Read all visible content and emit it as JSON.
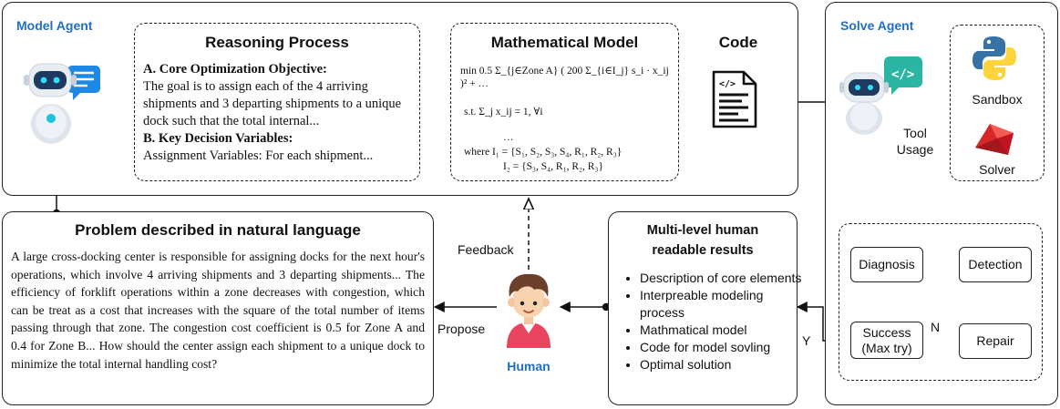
{
  "model_agent": {
    "title": "Model Agent"
  },
  "reasoning": {
    "title": "Reasoning Process",
    "objective_heading": "A. Core Optimization Objective:",
    "objective_text": "The goal is to assign each of the 4 arriving shipments and 3 departing shipments to a unique dock such that the total internal...",
    "variables_heading": "B. Key Decision Variables:",
    "variables_text": "Assignment Variables: For each shipment..."
  },
  "math_model": {
    "title": "Mathematical Model",
    "line_min": "min  0.5 Σ_{j∈Zone A} ( 200 Σ_{i∈I_j} s_i · x_ij )² + …",
    "line_st": "s.t.  Σ_j x_ij = 1,  ∀i",
    "line_dots": "…",
    "line_where1": "where  I₁ = {S₁, S₂, S₃, S₄, R₁, R₂, R₃}",
    "line_where2": "I₂ = {S₃, S₄, R₁, R₂, R₃}"
  },
  "code": {
    "title": "Code"
  },
  "solve_agent": {
    "title": "Solve Agent",
    "tool_usage": "Tool Usage",
    "sandbox": "Sandbox",
    "solver": "Solver"
  },
  "problem": {
    "title": "Problem described in natural language",
    "text": "A large cross-docking center is responsible for assigning docks for the next hour's operations, which involve 4 arriving shipments and 3 departing shipments... The efficiency of forklift operations within a zone decreases with congestion, which can be treat as a cost that increases with the square of the total number of items passing through that zone. The congestion cost coefficient is 0.5 for Zone A and 0.4 for Zone B... How should the center assign each shipment to a unique dock to minimize the total internal handling cost?"
  },
  "human": {
    "label": "Human",
    "feedback": "Feedback",
    "propose": "Propose"
  },
  "results": {
    "title_line1": "Multi-level human",
    "title_line2": "readable results",
    "items": [
      "Description of core elements",
      "Interpreable modeling process",
      "Mathmatical model",
      "Code for model sovling",
      "Optimal solution"
    ]
  },
  "loop": {
    "diagnosis": "Diagnosis",
    "detection": "Detection",
    "success_line1": "Success",
    "success_line2": "(Max try)",
    "repair": "Repair",
    "n_label": "N",
    "y_label": "Y"
  },
  "colors": {
    "accent_blue": "#1f6fc4",
    "robot_body": "#e8ecf3",
    "robot_visor": "#1f3a5f",
    "chat_blue": "#1e88e5",
    "code_teal": "#2bb5a3",
    "solver_red": "#d62828"
  }
}
